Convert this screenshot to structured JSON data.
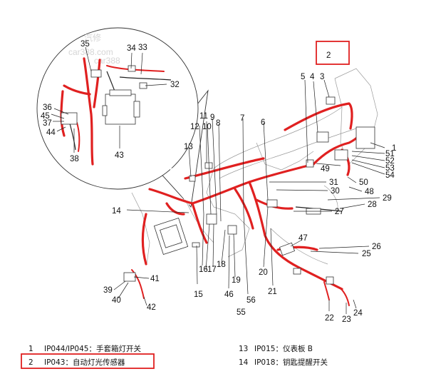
{
  "callouts": {
    "n1": "1",
    "n2": "2",
    "n3": "3",
    "n4": "4",
    "n5": "5",
    "n6": "6",
    "n7": "7",
    "n8": "8",
    "n9": "9",
    "n10": "10",
    "n11": "11",
    "n12": "12",
    "n13": "13",
    "n14": "14",
    "n15": "15",
    "n16": "16",
    "n17": "17",
    "n18": "18",
    "n19": "19",
    "n20": "20",
    "n21": "21",
    "n22": "22",
    "n23": "23",
    "n24": "24",
    "n25": "25",
    "n26": "26",
    "n27": "27",
    "n28": "28",
    "n29": "29",
    "n30": "30",
    "n31": "31",
    "n32": "32",
    "n33": "33",
    "n34": "34",
    "n35": "35",
    "n36": "36",
    "n37": "37",
    "n38": "38",
    "n39": "39",
    "n40": "40",
    "n41": "41",
    "n42": "42",
    "n43": "43",
    "n44": "44",
    "n45": "45",
    "n46": "46",
    "n47": "47",
    "n48": "48",
    "n49": "49",
    "n50": "50",
    "n51": "51",
    "n52": "52",
    "n53": "53",
    "n54": "54",
    "n55": "55",
    "n56": "56"
  },
  "highlight_callout": "2",
  "watermark": [
    "汽修",
    "car388.com",
    "car388"
  ],
  "legend": [
    {
      "num": "1",
      "text": "IP044/IP045：手套箱灯开关"
    },
    {
      "num": "2",
      "text": "IP043：自动灯光传感器",
      "highlighted": true
    },
    {
      "num": "13",
      "text": "IP015：仪表板 B"
    },
    {
      "num": "14",
      "text": "IP018：钥匙提醒开关"
    }
  ],
  "colors": {
    "wire": "#e02020",
    "highlight_box": "#e02020",
    "line": "#222222"
  }
}
